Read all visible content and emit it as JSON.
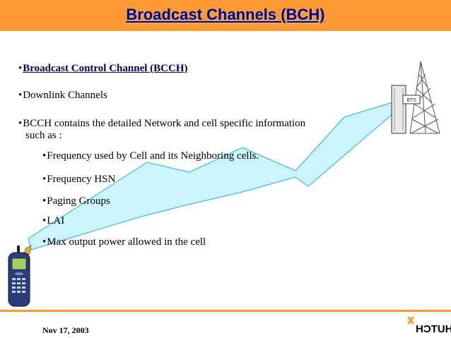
{
  "header": {
    "title": "Broadcast Channels (BCH)"
  },
  "bullets": {
    "bullet_glyph": "•",
    "item1": "Broadcast Control Channel (BCCH)",
    "item2": "Downlink Channels",
    "item3_line1": "BCCH contains the detailed Network and cell specific information",
    "item3_line2": "such as :",
    "sub": [
      "Frequency used by Cell and its Neighboring cells.",
      "Frequency HSN",
      "Paging Groups",
      "LAI",
      "Max output power allowed in the cell"
    ]
  },
  "tower": {
    "label": "BTS"
  },
  "footer": {
    "date": "Nov 17, 2003",
    "logo_text": "HUTCH"
  },
  "colors": {
    "accent": "#ff9933",
    "title": "#000080",
    "beam_fill": "#ccf5fb",
    "beam_stroke": "#1fb0e0"
  }
}
